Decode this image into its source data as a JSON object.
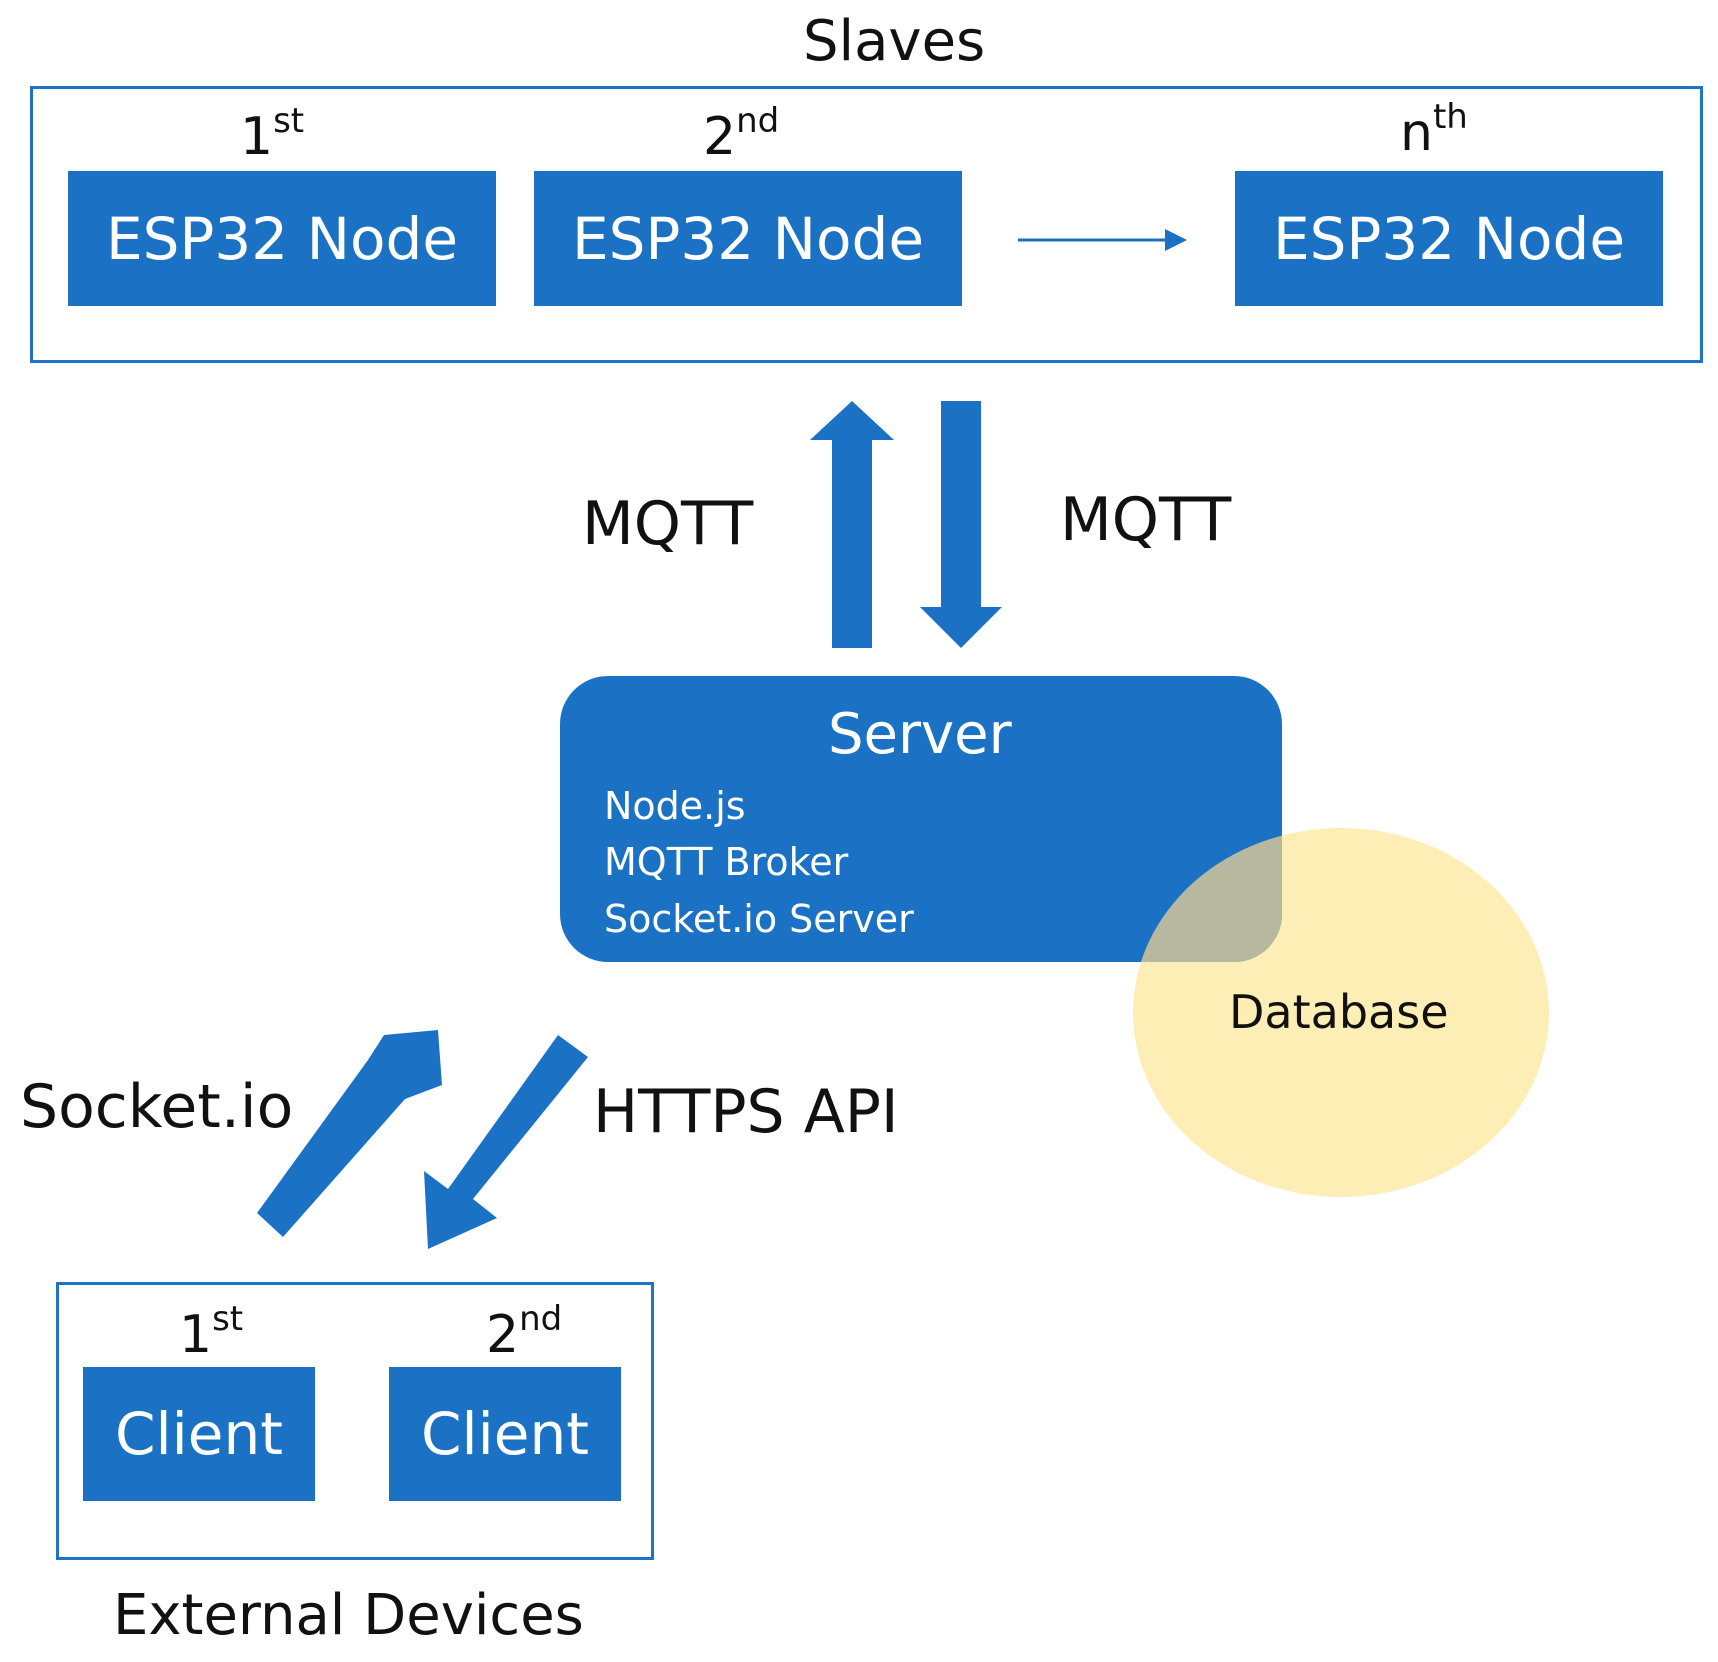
{
  "slaves": {
    "title": "Slaves",
    "nodes": [
      {
        "ordinal": "1",
        "suffix": "st",
        "label": "ESP32 Node"
      },
      {
        "ordinal": "2",
        "suffix": "nd",
        "label": "ESP32 Node"
      },
      {
        "ordinal": "n",
        "suffix": "th",
        "label": "ESP32 Node"
      }
    ]
  },
  "links": {
    "mqtt_up": "MQTT",
    "mqtt_down": "MQTT",
    "socket": "Socket.io",
    "https": "HTTPS API"
  },
  "server": {
    "title": "Server",
    "items": [
      "Node.js",
      "MQTT Broker",
      "Socket.io Server"
    ]
  },
  "database": {
    "label": "Database"
  },
  "clients": {
    "title": "External Devices",
    "nodes": [
      {
        "ordinal": "1",
        "suffix": "st",
        "label": "Client"
      },
      {
        "ordinal": "2",
        "suffix": "nd",
        "label": "Client"
      }
    ]
  },
  "colors": {
    "primary": "#1b72c4",
    "database": "#fdeeb6",
    "overlap": "#b8b8a0"
  }
}
